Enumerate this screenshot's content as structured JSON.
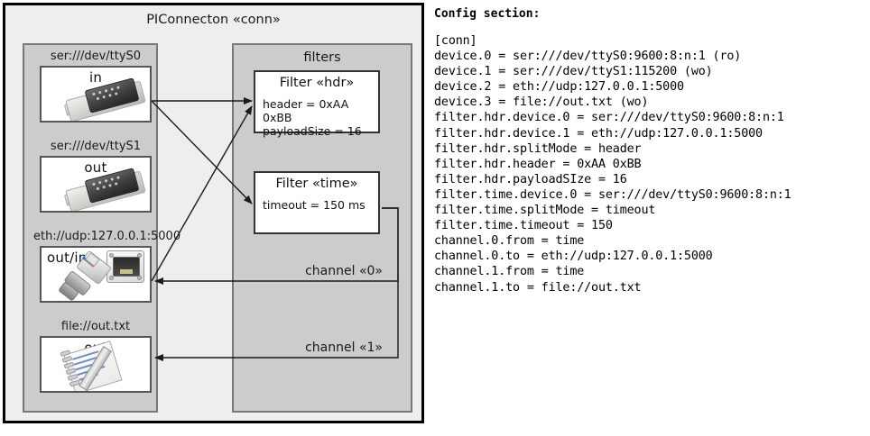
{
  "diagram": {
    "title": "PIConnecton «conn»",
    "devices_panel": {
      "nodes": [
        {
          "label": "ser:///dev/ttyS0",
          "mode": "in",
          "icon": "serial-connector-icon"
        },
        {
          "label": "ser:///dev/ttyS1",
          "mode": "out",
          "icon": "serial-connector-icon"
        },
        {
          "label": "eth://udp:127.0.0.1:5000",
          "mode": "out/in",
          "icon": "network-plug-icon"
        },
        {
          "label": "file://out.txt",
          "mode": "out",
          "icon": "notepad-pencil-icon"
        }
      ]
    },
    "filters_panel": {
      "title": "filters",
      "filters": [
        {
          "title": "Filter «hdr»",
          "props": [
            "header = 0xAA 0xBB",
            "payloadSize = 16"
          ]
        },
        {
          "title": "Filter «time»",
          "props": [
            "timeout = 150 ms"
          ]
        }
      ],
      "channels": [
        {
          "label": "channel «0»"
        },
        {
          "label": "channel «1»"
        }
      ]
    }
  },
  "config": {
    "heading": "Config section:",
    "text": "[conn]\ndevice.0 = ser:///dev/ttyS0:9600:8:n:1 (ro)\ndevice.1 = ser:///dev/ttyS1:115200 (wo)\ndevice.2 = eth://udp:127.0.0.1:5000\ndevice.3 = file://out.txt (wo)\nfilter.hdr.device.0 = ser:///dev/ttyS0:9600:8:n:1\nfilter.hdr.device.1 = eth://udp:127.0.0.1:5000\nfilter.hdr.splitMode = header\nfilter.hdr.header = 0xAA 0xBB\nfilter.hdr.payloadSIze = 16\nfilter.time.device.0 = ser:///dev/ttyS0:9600:8:n:1\nfilter.time.splitMode = timeout\nfilter.time.timeout = 150\nchannel.0.from = time\nchannel.0.to = eth://udp:127.0.0.1:5000\nchannel.1.from = time\nchannel.1.to = file://out.txt"
  },
  "colors": {
    "panel_bg": "#cccccc",
    "frame_bg": "#eeeeee",
    "frame_border": "#000000",
    "node_bg": "#ffffff",
    "wire": "#1a1a1a"
  }
}
